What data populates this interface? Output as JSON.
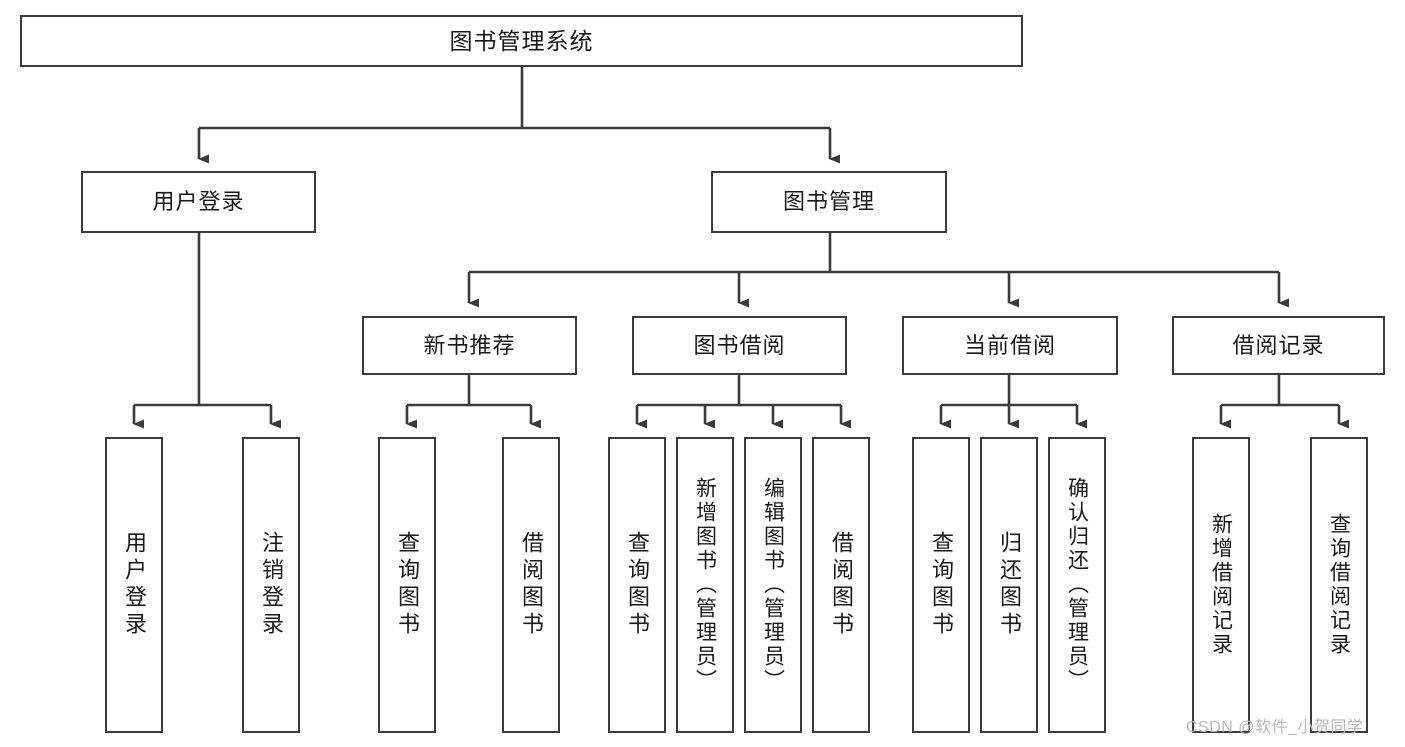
{
  "diagram": {
    "type": "tree-hierarchy",
    "title": "图书管理系统",
    "watermark": "CSDN @软件_小贺同学",
    "colors": {
      "box_border": "#3b3b3b",
      "box_fill": "#ffffff",
      "line": "#3b3b3b",
      "text": "#1a1a1a",
      "watermark": "#b9b9b9",
      "background": "#ffffff"
    },
    "root": {
      "id": "root",
      "label": "图书管理系统"
    },
    "level2": [
      {
        "id": "user-login",
        "label": "用户登录"
      },
      {
        "id": "book-manage",
        "label": "图书管理"
      }
    ],
    "level3": [
      {
        "id": "new-book-recommend",
        "label": "新书推荐"
      },
      {
        "id": "book-borrow",
        "label": "图书借阅"
      },
      {
        "id": "current-borrow",
        "label": "当前借阅"
      },
      {
        "id": "borrow-record",
        "label": "借阅记录"
      }
    ],
    "leaves": {
      "user-login": [
        {
          "id": "leaf-user-login",
          "label": "用户登录"
        },
        {
          "id": "leaf-logout",
          "label": "注销登录"
        }
      ],
      "new-book-recommend": [
        {
          "id": "leaf-query-book-1",
          "label": "查询图书"
        },
        {
          "id": "leaf-borrow-book-1",
          "label": "借阅图书"
        }
      ],
      "book-borrow": [
        {
          "id": "leaf-query-book-2",
          "label": "查询图书"
        },
        {
          "id": "leaf-add-book",
          "label": "新增图书（管理员）"
        },
        {
          "id": "leaf-edit-book",
          "label": "编辑图书（管理员）"
        },
        {
          "id": "leaf-borrow-book-2",
          "label": "借阅图书"
        }
      ],
      "current-borrow": [
        {
          "id": "leaf-query-book-3",
          "label": "查询图书"
        },
        {
          "id": "leaf-return-book",
          "label": "归还图书"
        },
        {
          "id": "leaf-confirm-return",
          "label": "确认归还（管理员）"
        }
      ],
      "borrow-record": [
        {
          "id": "leaf-add-record",
          "label": "新增借阅记录"
        },
        {
          "id": "leaf-query-record",
          "label": "查询借阅记录"
        }
      ]
    }
  }
}
